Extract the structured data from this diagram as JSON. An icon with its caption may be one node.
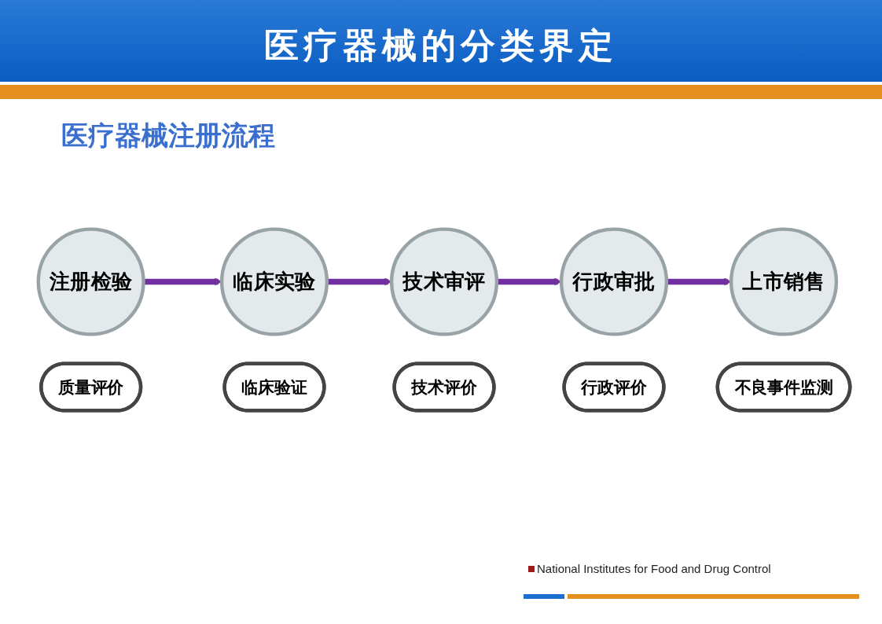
{
  "diagram": {
    "title": "医疗器械的分类界定",
    "nodes": [
      {
        "text": [
          "注册检验"
        ]
      },
      {
        "text": [
          "临床实验"
        ]
      },
      {
        "text": [
          "技术审评"
        ]
      },
      {
        "text": [
          "行政审批"
        ]
      },
      {
        "text": [
          "上市销售"
        ]
      },
      {
        "text": [
          "质量评价"
        ]
      },
      {
        "text": [
          "临床验证"
        ]
      },
      {
        "text": [
          "技术评价"
        ]
      },
      {
        "text": [
          "行政评价"
        ]
      },
      {
        "text": [
          "不良事件监测"
        ]
      }
    ],
    "edges": [
      {
        "from": 0,
        "to": 1,
        "arrow": "to"
      },
      {
        "from": 1,
        "to": 2,
        "arrow": "to"
      },
      {
        "from": 2,
        "to": 3,
        "arrow": "to"
      },
      {
        "from": 3,
        "to": 4,
        "arrow": "to"
      }
    ],
    "labels": [
      "医疗器械注册流程",
      "National Institutes for Food and Drug Control"
    ]
  }
}
